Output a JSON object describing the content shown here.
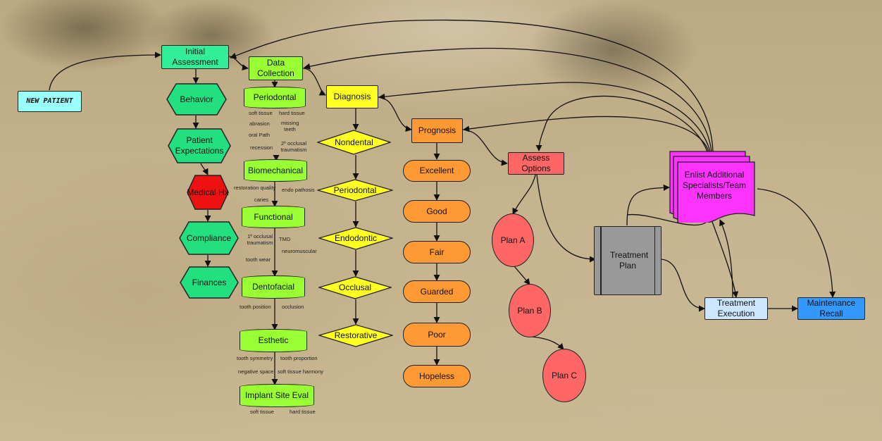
{
  "colors": {
    "cyan": "#99ffff",
    "teal": "#33e59a",
    "green_hex": "#22e080",
    "red": "#ee1111",
    "lime": "#99ff33",
    "yellow": "#ffff22",
    "orange": "#ff9933",
    "salmon": "#ff6666",
    "magenta": "#ff33ff",
    "gray": "#999999",
    "lightblue": "#cce6ff",
    "blue": "#3399ff"
  },
  "nodes": {
    "new_patient": "NEW PATIENT",
    "initial_assessment": "Initial Assessment",
    "data_collection": "Data Collection",
    "diagnosis": "Diagnosis",
    "prognosis": "Prognosis",
    "assess_options": "Assess Options",
    "enlist": "Enlist Additional Specialists/Team Members",
    "treatment_plan": "Treatment Plan",
    "treatment_execution": "Treatment Execution",
    "maintenance_recall": "Maintenance Recall",
    "plan_a": "Plan A",
    "plan_b": "Plan B",
    "plan_c": "Plan C"
  },
  "assessment_items": [
    "Behavior",
    "Patient Expectations",
    "Medical Hx",
    "Compliance",
    "Finances"
  ],
  "data_items": [
    {
      "label": "Periodontal",
      "notes_left": "soft tissue",
      "notes_right": "hard tissue"
    },
    {
      "label": "Biomechanical",
      "notes_left": "restoration quality",
      "notes_right": "endo pathosis"
    },
    {
      "label": "Functional",
      "notes_left": "1º occlusal traumatism",
      "notes_right": "TMD"
    },
    {
      "label": "Dentofacial",
      "notes_left": "tooth position",
      "notes_right": "occlusion"
    },
    {
      "label": "Esthetic",
      "notes_left": "tooth symmetry",
      "notes_right": "tooth proportion"
    },
    {
      "label": "Implant Site Eval",
      "notes_left": "soft tissue",
      "notes_right": "hard tissue"
    }
  ],
  "extra_notes": {
    "perio_abrasion": "abrasion",
    "perio_missing": "missing teeth",
    "perio_oral": "oral Path",
    "perio_recession": "recession",
    "perio_2occl": "2º occlusal traumatism",
    "bio_caries": "caries",
    "func_neuro": "neuromuscular",
    "func_wear": "tooth wear",
    "esth_neg": "negative space",
    "esth_soft": "soft tissue harmony"
  },
  "diagnosis_items": [
    "Nondental",
    "Periodontal",
    "Endodontic",
    "Occlusal",
    "Restorative"
  ],
  "prognosis_items": [
    "Excellent",
    "Good",
    "Fair",
    "Guarded",
    "Poor",
    "Hopeless"
  ]
}
